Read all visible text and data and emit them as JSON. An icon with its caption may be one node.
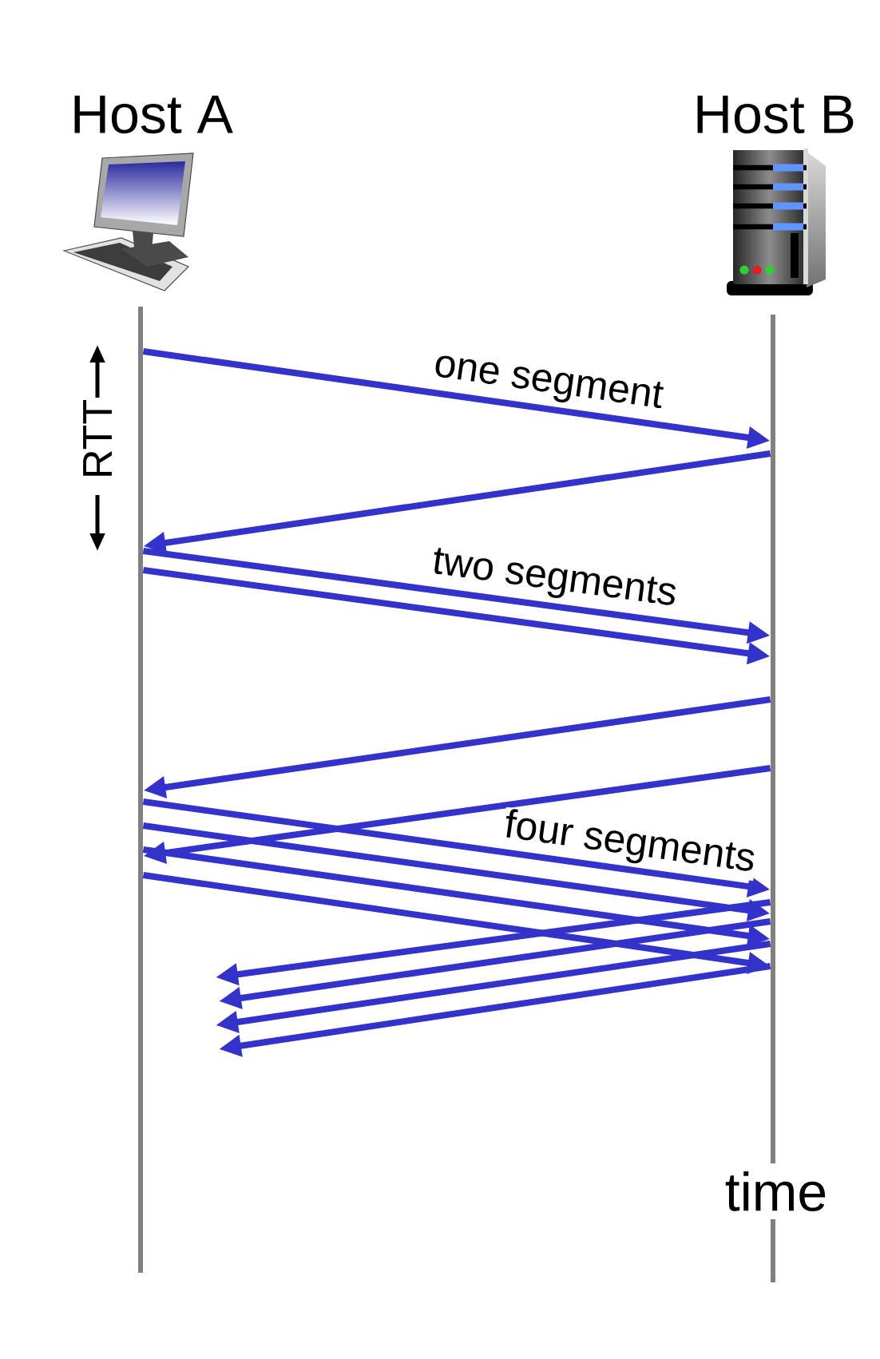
{
  "diagram": {
    "nodes": [
      {
        "text": [
          "Host A"
        ]
      },
      {
        "text": [
          "Host B"
        ]
      }
    ],
    "edges": [
      {
        "from": 0,
        "to": 1,
        "arrow": "to",
        "label": "one segment"
      },
      {
        "from": 1,
        "to": 0,
        "arrow": "to"
      },
      {
        "from": 0,
        "to": 1,
        "arrow": "to",
        "label": "two segments"
      },
      {
        "from": 0,
        "to": 1,
        "arrow": "to"
      },
      {
        "from": 1,
        "to": 0,
        "arrow": "to"
      },
      {
        "from": 1,
        "to": 0,
        "arrow": "to"
      },
      {
        "from": 0,
        "to": 1,
        "arrow": "to",
        "label": "four segments"
      },
      {
        "from": 0,
        "to": 1,
        "arrow": "to"
      },
      {
        "from": 0,
        "to": 1,
        "arrow": "to"
      },
      {
        "from": 0,
        "to": 1,
        "arrow": "to"
      },
      {
        "from": 1,
        "to": null,
        "arrow": "to"
      },
      {
        "from": 1,
        "to": null,
        "arrow": "to"
      },
      {
        "from": 1,
        "to": null,
        "arrow": "to"
      },
      {
        "from": 1,
        "to": null,
        "arrow": "to"
      }
    ],
    "labels": [
      "RTT",
      "time"
    ]
  }
}
